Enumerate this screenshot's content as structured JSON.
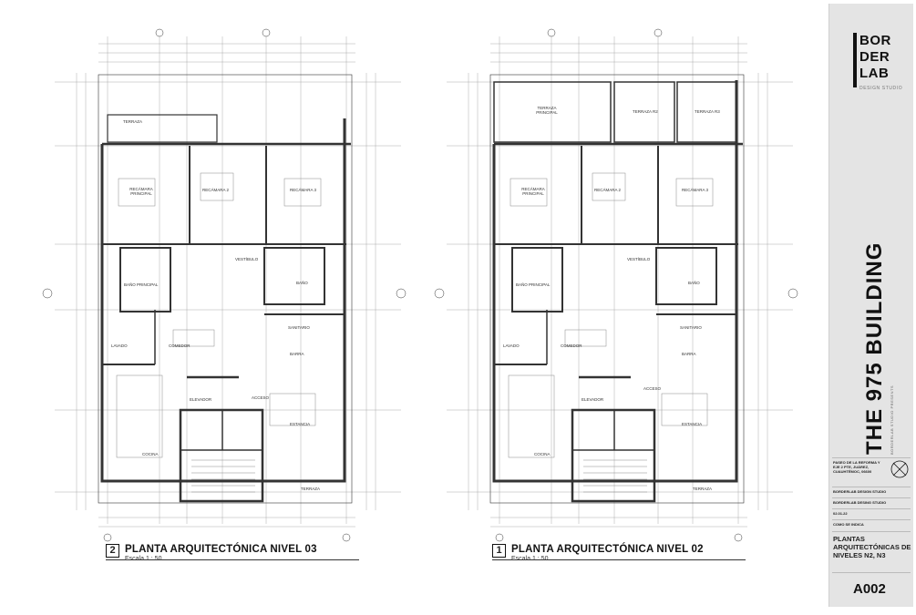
{
  "drawings": [
    {
      "number": "2",
      "title": "PLANTA ARQUITECTÓNICA NIVEL 03",
      "scale": "Escala 1 : 50",
      "rooms": [
        {
          "name": "TERRAZA"
        },
        {
          "name": "RECÁMARA PRINCIPAL"
        },
        {
          "name": "RECÁMARA 2"
        },
        {
          "name": "RECÁMARA 3"
        },
        {
          "name": "VESTÍBULO"
        },
        {
          "name": "BAÑO PRINCIPAL"
        },
        {
          "name": "BAÑO"
        },
        {
          "name": "SANITARIO"
        },
        {
          "name": "LAVADO"
        },
        {
          "name": "COMEDOR"
        },
        {
          "name": "BARRA"
        },
        {
          "name": "ELEVADOR"
        },
        {
          "name": "ACCESO"
        },
        {
          "name": "ESTANCIA"
        },
        {
          "name": "COCINA"
        },
        {
          "name": "TERRAZA"
        }
      ]
    },
    {
      "number": "1",
      "title": "PLANTA ARQUITECTÓNICA NIVEL 02",
      "scale": "Escala 1 : 50",
      "rooms": [
        {
          "name": "TERRAZA PRINCIPAL"
        },
        {
          "name": "TERRAZA R2"
        },
        {
          "name": "TERRAZA R3"
        },
        {
          "name": "RECÁMARA PRINCIPAL"
        },
        {
          "name": "RECÁMARA 2"
        },
        {
          "name": "RECÁMARA 3"
        },
        {
          "name": "VESTÍBULO"
        },
        {
          "name": "BAÑO PRINCIPAL"
        },
        {
          "name": "BAÑO"
        },
        {
          "name": "SANITARIO"
        },
        {
          "name": "LAVADO"
        },
        {
          "name": "COMEDOR"
        },
        {
          "name": "BARRA"
        },
        {
          "name": "ELEVADOR"
        },
        {
          "name": "ACCESO"
        },
        {
          "name": "ESTANCIA"
        },
        {
          "name": "COCINA"
        },
        {
          "name": "TERRAZA"
        }
      ]
    }
  ],
  "sidebar": {
    "logo_lines": [
      "BOR",
      "DER",
      "LAB"
    ],
    "logo_sub": "DESIGN STUDIO",
    "project_title": "THE 975 BUILDING",
    "project_sub": "BORDERLAB STUDIO PRESENTS",
    "address": "PASEO DE LA REFORMA Y EJE 2 PTE, JUÁREZ, CUAUHTÉMOC, 06600",
    "client": "BORDERLAB DESIGN STUDIO",
    "designer": "BORDERLAB DESING STUDIO",
    "date": "02.01.22",
    "scale": "COMO SE INDICA",
    "sheet_title": "PLANTAS ARQUITECTÓNICAS DE NIVELES N2, N3",
    "sheet_number": "A002"
  },
  "colors": {
    "wall": "#333333",
    "line": "#8a8a8a",
    "sidebar": "#e4e4e4"
  }
}
